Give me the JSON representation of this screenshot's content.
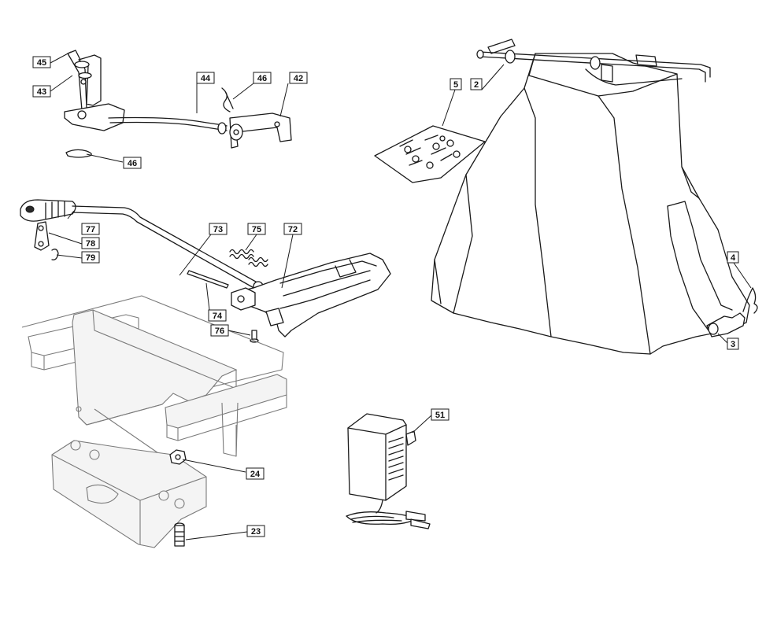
{
  "callouts": [
    {
      "id": "c45",
      "label": "45"
    },
    {
      "id": "c43",
      "label": "43"
    },
    {
      "id": "c44",
      "label": "44"
    },
    {
      "id": "c46a",
      "label": "46"
    },
    {
      "id": "c42",
      "label": "42"
    },
    {
      "id": "c46b",
      "label": "46"
    },
    {
      "id": "c77",
      "label": "77"
    },
    {
      "id": "c78",
      "label": "78"
    },
    {
      "id": "c79",
      "label": "79"
    },
    {
      "id": "c73",
      "label": "73"
    },
    {
      "id": "c75",
      "label": "75"
    },
    {
      "id": "c72",
      "label": "72"
    },
    {
      "id": "c74",
      "label": "74"
    },
    {
      "id": "c76",
      "label": "76"
    },
    {
      "id": "c24",
      "label": "24"
    },
    {
      "id": "c23",
      "label": "23"
    },
    {
      "id": "c51",
      "label": "51"
    },
    {
      "id": "c5",
      "label": "5"
    },
    {
      "id": "c2",
      "label": "2"
    },
    {
      "id": "c4",
      "label": "4"
    },
    {
      "id": "c3",
      "label": "3"
    }
  ]
}
